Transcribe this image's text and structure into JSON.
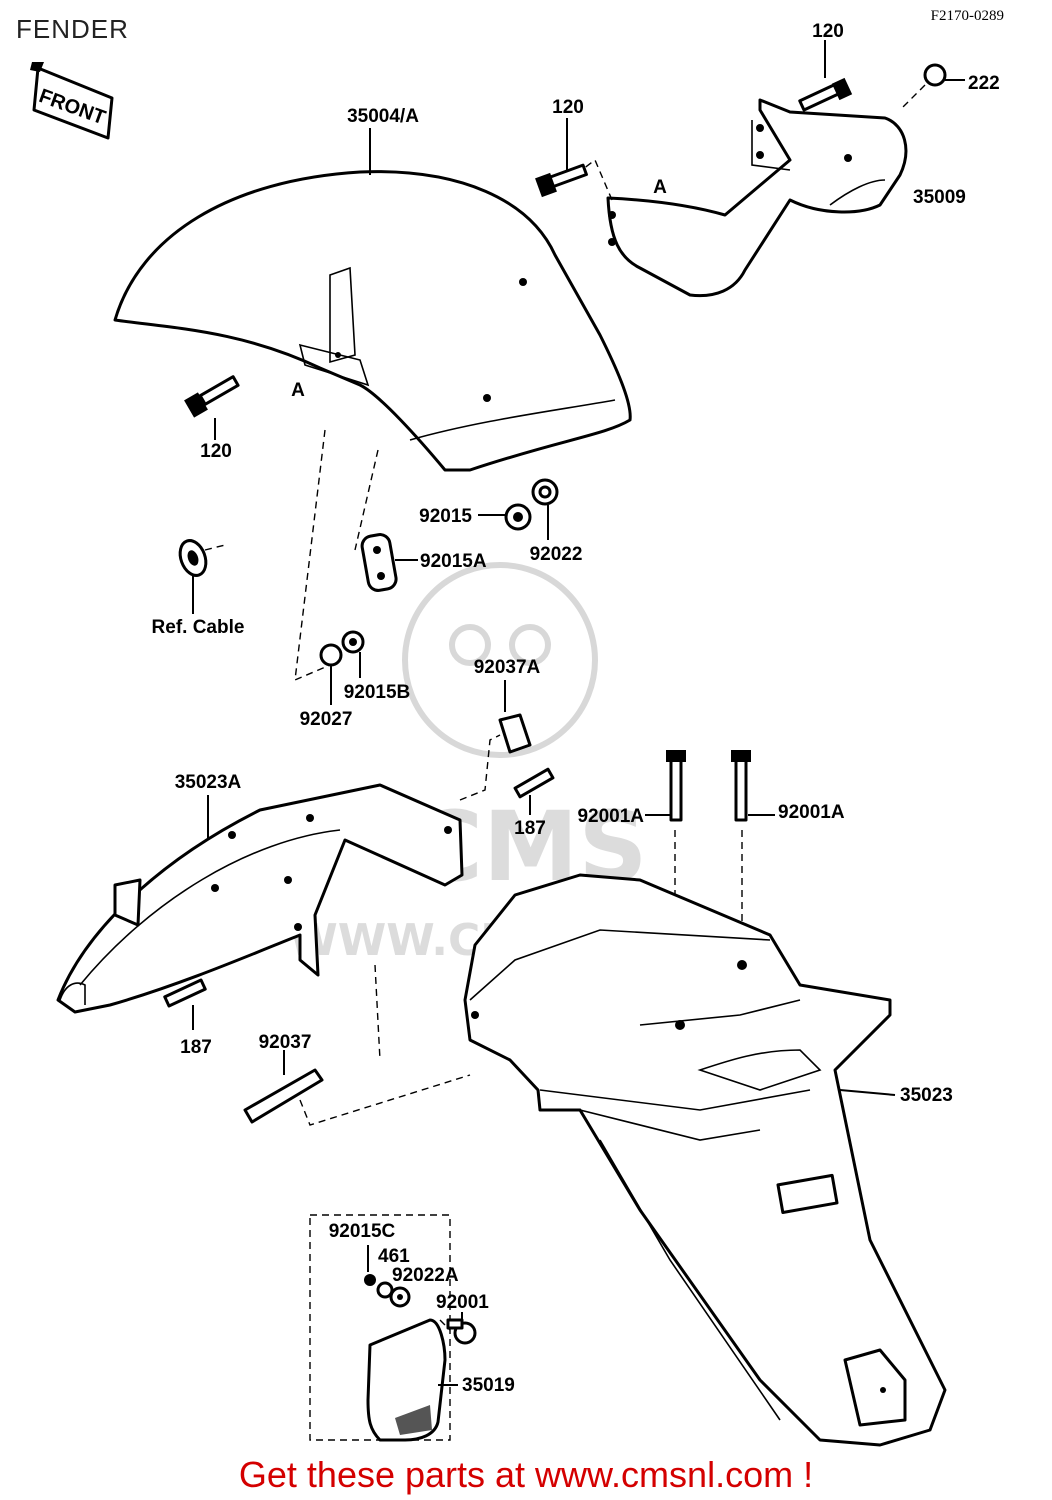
{
  "page": {
    "title": "FENDER",
    "diagram_code": "F2170-0289",
    "footer": "Get these parts at www.cmsnl.com !"
  },
  "front_marker": "FRONT",
  "watermark": {
    "logo_text": "CMS",
    "url_text": "WWW.CMSNL.COM"
  },
  "callouts": {
    "fender_front": "35004/A",
    "bracket_front": "35009",
    "bolt_120_top": "120",
    "bolt_120_mid": "120",
    "bolt_120_left": "120",
    "screw_222": "222",
    "ref_a_bracket": "A",
    "ref_a_fender": "A",
    "nut_92015": "92015",
    "washer_92022": "92022",
    "plate_92015a": "92015A",
    "ref_cable": "Ref. Cable",
    "nut_92015b": "92015B",
    "washer_92027": "92027",
    "clamp_92037a": "92037A",
    "fender_rear_flap": "35023A",
    "bolt_187_right": "187",
    "bolt_187_left": "187",
    "bolt_92001a_left": "92001A",
    "bolt_92001a_right": "92001A",
    "clamp_92037": "92037",
    "fender_rear": "35023",
    "nut_92015c": "92015C",
    "part_461": "461",
    "washer_92022a": "92022A",
    "bolt_92001": "92001",
    "reflector_35019": "35019"
  },
  "colors": {
    "footer": "#d40000",
    "line": "#000000",
    "watermark": "#d8d8d8"
  }
}
